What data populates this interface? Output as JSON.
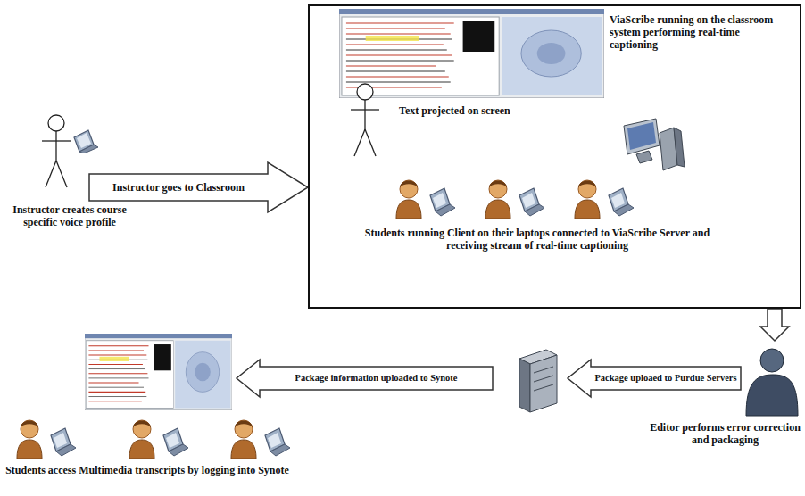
{
  "diagram": {
    "nodes": [
      {
        "text": [
          "Instructor creates course specific voice profile"
        ]
      },
      {
        "text": [
          "ViaScribe running on the classroom system performing real-time captioning",
          "Text projected on screen",
          "Students running Client on their laptops connected to ViaScribe Server and receiving stream of real-time captioning"
        ]
      },
      {
        "text": [
          "Editor performs error correction and packaging"
        ]
      },
      {
        "text": [
          "Students access Multimedia transcripts by logging into Synote"
        ]
      }
    ],
    "edges": [
      {
        "from": 0,
        "to": 1,
        "label": "Instructor goes to Classroom",
        "arrow": "to"
      },
      {
        "from": 1,
        "to": 2,
        "arrow": "to"
      },
      {
        "from": 2,
        "to": 3,
        "arrow": "to"
      }
    ],
    "labels": [
      "Package uploaed to Purdue Servers",
      "Package information uploaded to Synote"
    ]
  }
}
